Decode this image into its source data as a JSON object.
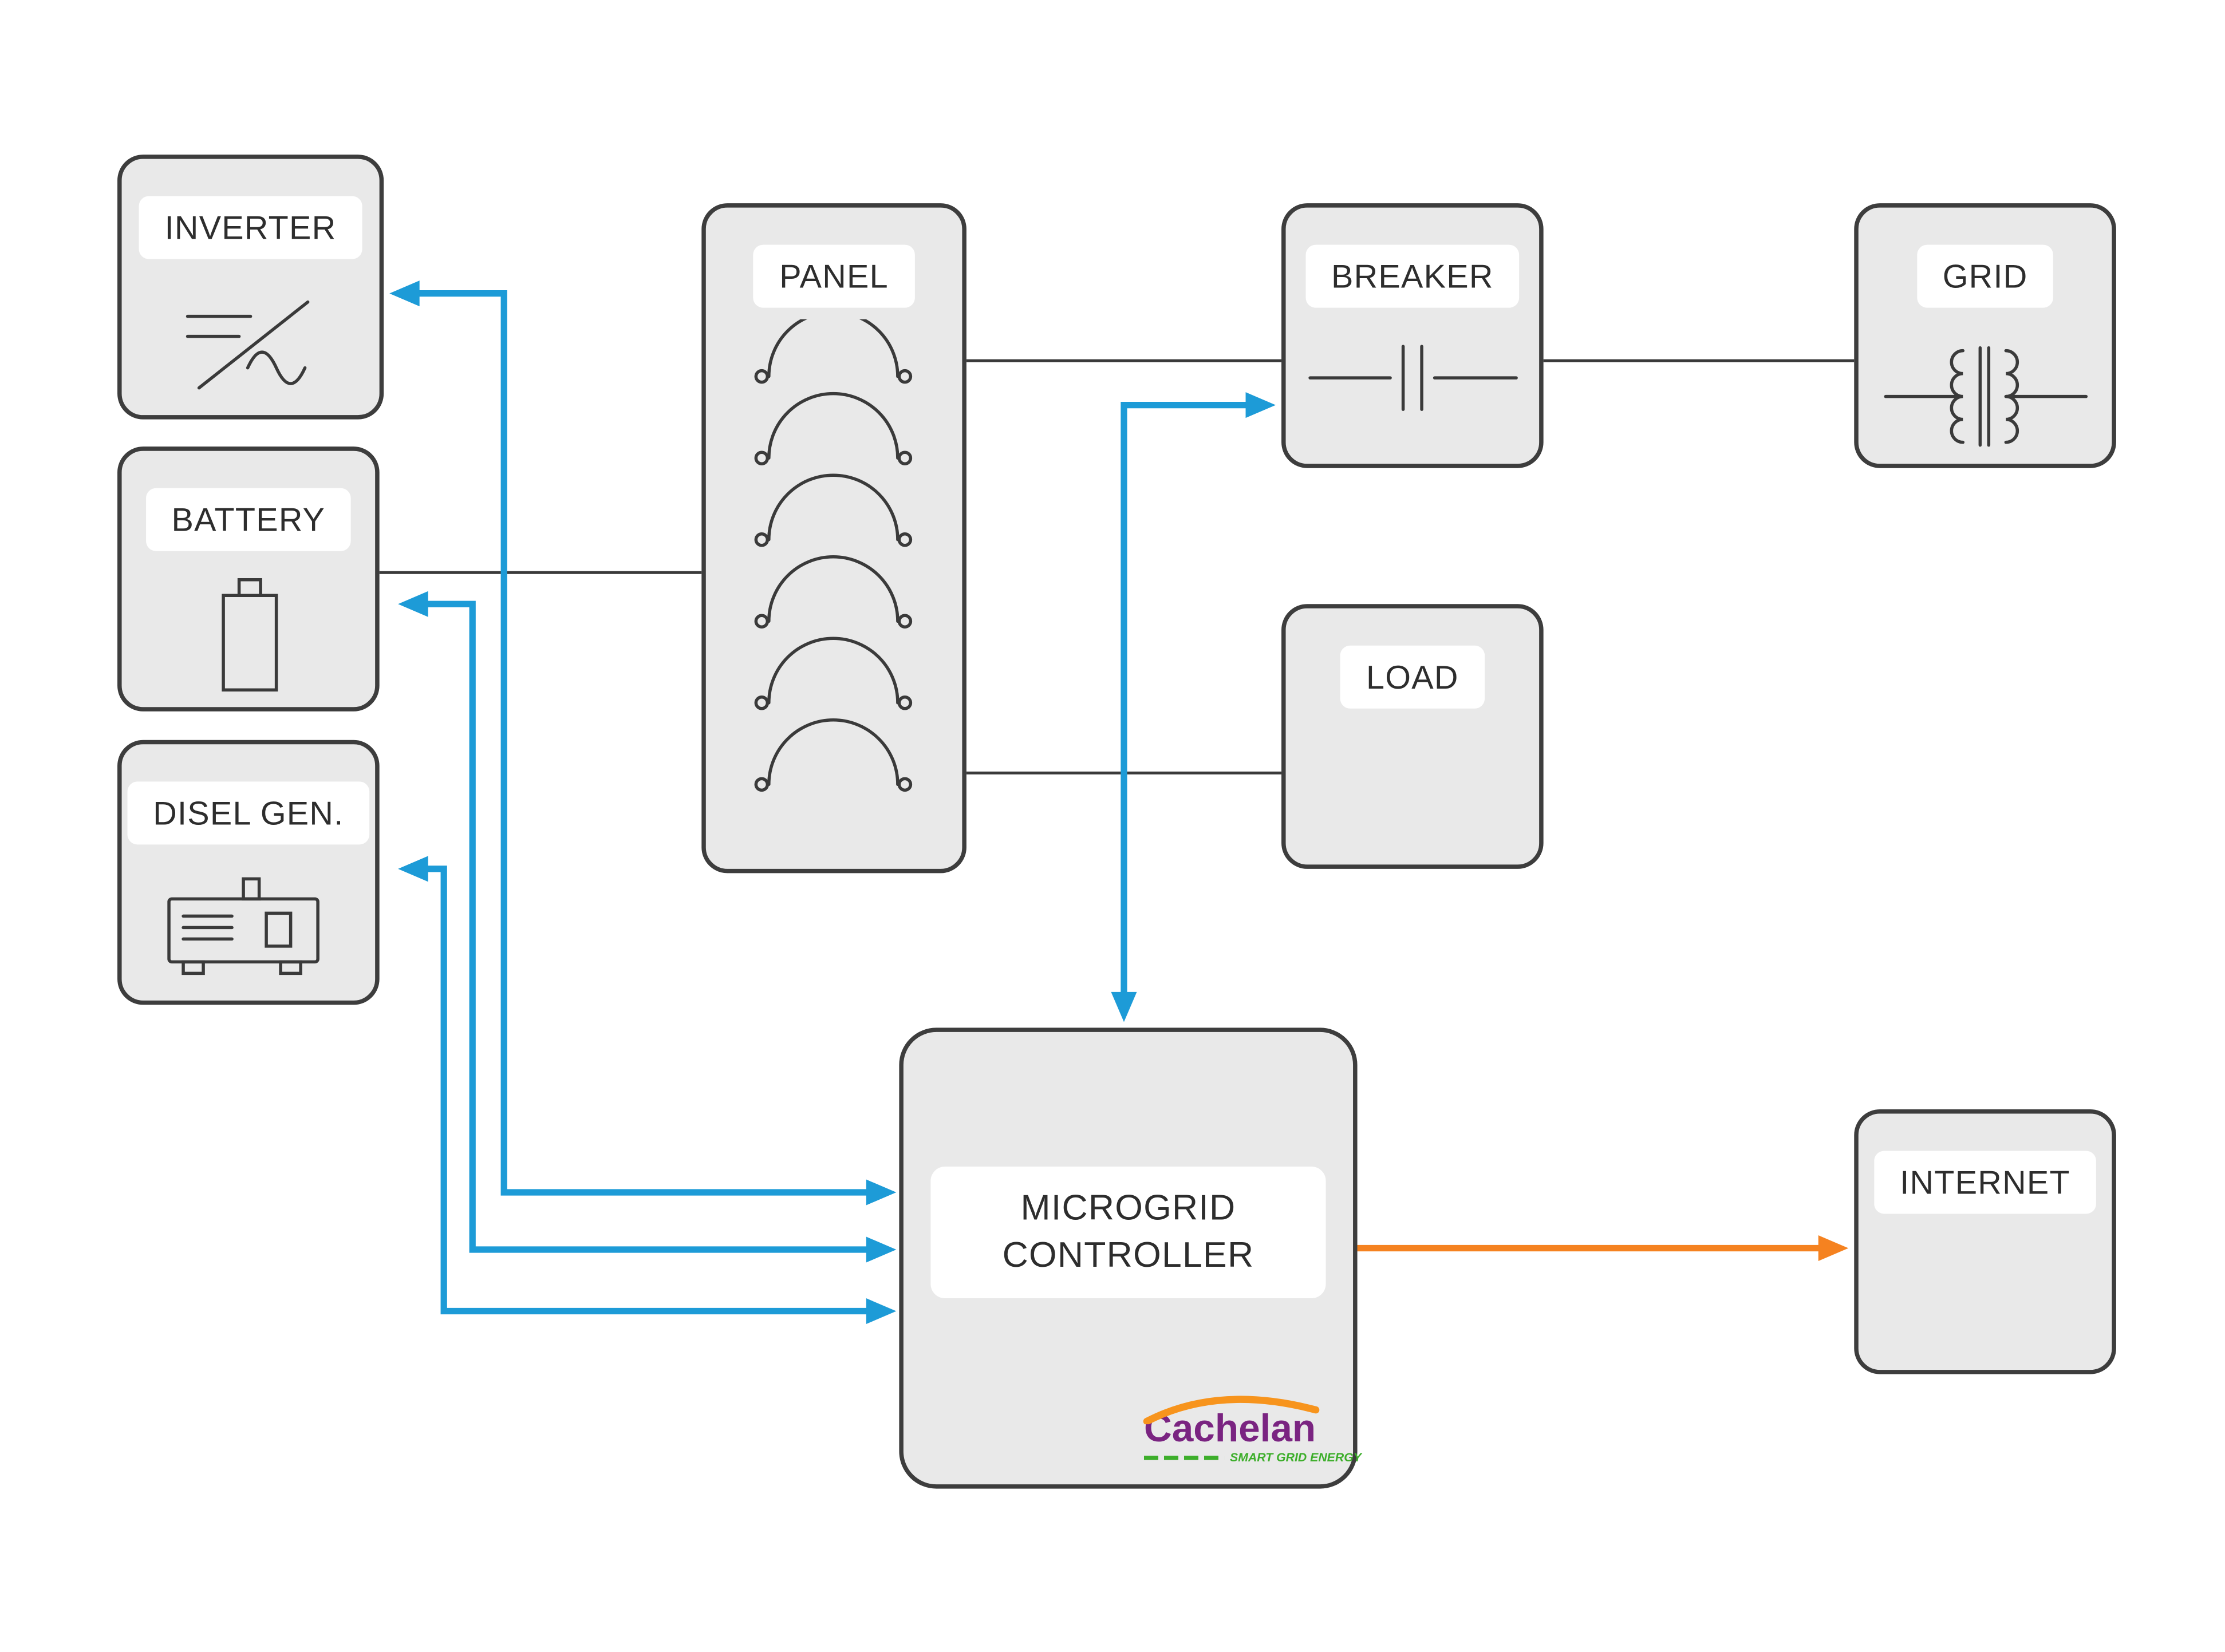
{
  "nodes": {
    "inverter": {
      "label": "INVERTER",
      "icon": "inverter-dc-ac-icon"
    },
    "battery": {
      "label": "BATTERY",
      "icon": "battery-icon"
    },
    "diesel_gen": {
      "label": "DISEL GEN.",
      "icon": "generator-icon"
    },
    "panel": {
      "label": "PANEL",
      "icon": "disconnect-switch-icon",
      "switch_count": 6
    },
    "breaker": {
      "label": "BREAKER",
      "icon": "breaker-contact-icon"
    },
    "grid": {
      "label": "GRID",
      "icon": "transformer-icon"
    },
    "load": {
      "label": "LOAD"
    },
    "controller": {
      "label": "MICROGRID\nCONTROLLER"
    },
    "internet": {
      "label": "INTERNET"
    }
  },
  "logo": {
    "brand": "Cachelan",
    "tagline": "SMART GRID ENERGY"
  },
  "connections": [
    {
      "from": "PANEL",
      "to": "BREAKER",
      "type": "power-wire"
    },
    {
      "from": "BREAKER",
      "to": "GRID",
      "type": "power-wire"
    },
    {
      "from": "PANEL",
      "to": "BATTERY",
      "type": "power-wire"
    },
    {
      "from": "PANEL",
      "to": "LOAD",
      "type": "power-wire"
    },
    {
      "from": "MICROGRID CONTROLLER",
      "to": "INVERTER",
      "type": "control-signal",
      "bidirectional": true
    },
    {
      "from": "MICROGRID CONTROLLER",
      "to": "BATTERY",
      "type": "control-signal",
      "bidirectional": true
    },
    {
      "from": "MICROGRID CONTROLLER",
      "to": "DISEL GEN.",
      "type": "control-signal",
      "bidirectional": true
    },
    {
      "from": "MICROGRID CONTROLLER",
      "to": "BREAKER",
      "type": "control-signal",
      "bidirectional": true
    },
    {
      "from": "MICROGRID CONTROLLER",
      "to": "INTERNET",
      "type": "internet-link"
    }
  ],
  "colors": {
    "signal_blue": "#1d9bd7",
    "internet_orange": "#f58220",
    "wire_black": "#3a3a3a",
    "node_fill": "#e9e9e9",
    "node_border": "#3d3d3d",
    "logo_purple": "#7a2481",
    "logo_green": "#3dae2b",
    "logo_orange": "#f7941d"
  }
}
